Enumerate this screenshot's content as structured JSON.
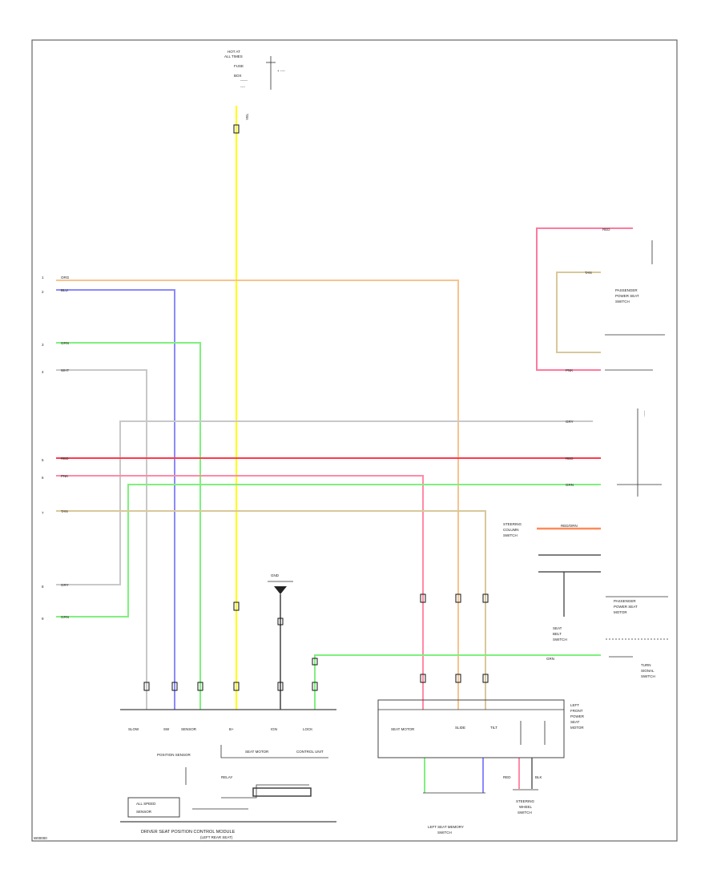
{
  "diagram": {
    "footer_code": "W00000",
    "colors": {
      "yellow": "#ffff00",
      "orange": "#f6c48e",
      "blue": "#8a8aff",
      "green": "#7ef07e",
      "gray": "#c8c8c8",
      "red": "#ff3a4c",
      "pink": "#ff8aa6",
      "tan": "#d8c89a",
      "rose": "#ff7aa0"
    },
    "left_terminals": [
      "1",
      "2",
      "3",
      "4",
      "5",
      "6",
      "7",
      "8",
      "9"
    ],
    "left_wire_labels": [
      "ORG",
      "BLU",
      "GRN",
      "WHT",
      "RED",
      "PNK",
      "TAN",
      "GRY",
      "GRN"
    ],
    "top_component": {
      "lines": [
        "HOT AT",
        "ALL TIMES",
        "FUSE",
        "BOX"
      ],
      "wire_label": "YEL"
    },
    "ground_label": "GND",
    "upper_right_module": {
      "lines": [
        "PASSENGER",
        "POWER SEAT",
        "SWITCH"
      ],
      "wire_labels": [
        "RED",
        "TAN",
        "PNK"
      ]
    },
    "right_side_labels": [
      {
        "label": "GRY"
      },
      {
        "label": "RED"
      },
      {
        "label": "GRN"
      }
    ],
    "right_lower_items": [
      {
        "lines": [
          "STEERING",
          "COLUMN",
          "SWITCH"
        ],
        "wire": "RED/ORN"
      },
      {
        "lines": [
          "PASSENGER",
          "POWER SEAT",
          "MOTOR"
        ]
      },
      {
        "lines": [
          "SEAT",
          "BELT",
          "SWITCH"
        ]
      },
      {
        "lines": [
          "TURN",
          "SIGNAL",
          "SWITCH"
        ],
        "wire": "GRN"
      }
    ],
    "driver_module": {
      "pin_labels": [
        "SLOW",
        "SW",
        "SENSOR",
        "B+",
        "IGN",
        "LOCK"
      ],
      "inner_labels": [
        "POSITION SENSOR",
        "SEAT MOTOR",
        "CONTROL UNIT"
      ],
      "relay_label": "RELAY",
      "title": "DRIVER SEAT POSITION CONTROL MODULE",
      "subtitle": "(LEFT REAR SEAT)",
      "sub_switch": [
        "ALL SPEED",
        "SENSOR"
      ]
    },
    "right_module": {
      "inner_labels": [
        "SEAT MOTOR",
        "SLIDE",
        "TILT"
      ],
      "side_lines": [
        "LEFT",
        "FRONT",
        "POWER",
        "SEAT",
        "MOTOR"
      ],
      "title": "LEFT SEAT MEMORY",
      "subtitle": "SWITCH"
    },
    "right_bottom_component": {
      "lines": [
        "STEERING",
        "WHEEL",
        "SWITCH"
      ],
      "wire_labels": [
        "RED",
        "BLK"
      ]
    }
  }
}
